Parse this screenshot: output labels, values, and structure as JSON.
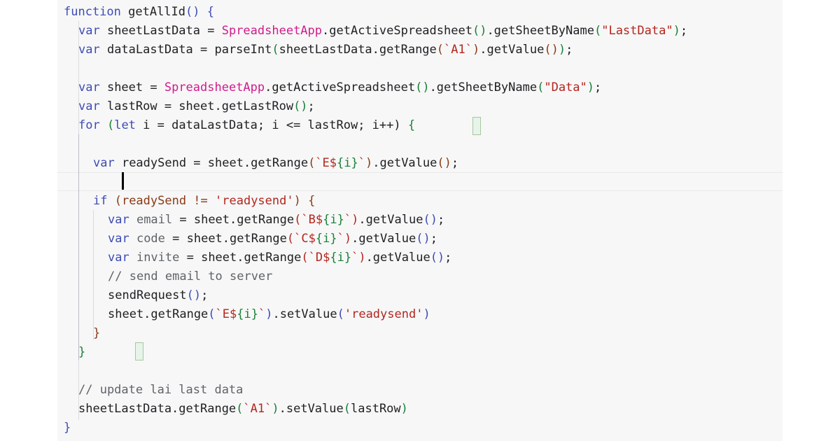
{
  "code": {
    "l1": {
      "a": "function",
      "b": " getAllId",
      "c": "()",
      "d": " {"
    },
    "l2": {
      "a": "var",
      "b": " sheetLastData = ",
      "c": "SpreadsheetApp",
      "d": ".getActiveSpreadsheet",
      "e": "()",
      "f": ".getSheetByName",
      "g": "(",
      "h": "\"LastData\"",
      "i": ")",
      "j": ";"
    },
    "l3": {
      "a": "var",
      "b": " dataLastData = parseInt",
      "c": "(",
      "d": "sheetLastData.getRange",
      "e": "(",
      "f": "`A1`",
      "g": ")",
      "h": ".getValue",
      "i": "()",
      "j": ")",
      "k": ";"
    },
    "l5": {
      "a": "var",
      "b": " sheet = ",
      "c": "SpreadsheetApp",
      "d": ".getActiveSpreadsheet",
      "e": "()",
      "f": ".getSheetByName",
      "g": "(",
      "h": "\"Data\"",
      "i": ")",
      "j": ";"
    },
    "l6": {
      "a": "var",
      "b": " lastRow = sheet.getLastRow",
      "c": "()",
      "d": ";"
    },
    "l7": {
      "a": "for",
      "b": " (",
      "c": "let",
      "d": " i = dataLastData; i <= lastRow; i++)",
      "e": " {"
    },
    "l9": {
      "a": "var",
      "b": " readySend = sheet.getRange",
      "c": "(",
      "d": "`E$",
      "e": "{i}",
      "f": "`",
      "g": ")",
      "h": ".getValue",
      "i": "()",
      "j": ";"
    },
    "l11": {
      "a": "if",
      "b": " (readySend != ",
      "c": "'readysend'",
      "d": ")",
      "e": " {"
    },
    "l12": {
      "a": "var",
      "b": " email",
      "c": " = sheet.getRange",
      "d": "(",
      "e": "`B$",
      "f": "{i}",
      "g": "`",
      "h": ")",
      "i": ".getValue",
      "j": "()",
      "k": ";"
    },
    "l13": {
      "a": "var",
      "b": " code",
      "c": " = sheet.getRange",
      "d": "(",
      "e": "`C$",
      "f": "{i}",
      "g": "`",
      "h": ")",
      "i": ".getValue",
      "j": "()",
      "k": ";"
    },
    "l14": {
      "a": "var",
      "b": " invite",
      "c": " = sheet.getRange",
      "d": "(",
      "e": "`D$",
      "f": "{i}",
      "g": "`",
      "h": ")",
      "i": ".getValue",
      "j": "()",
      "k": ";"
    },
    "l15": {
      "a": "// send email to server"
    },
    "l16": {
      "a": "sendRequest",
      "b": "()",
      "c": ";"
    },
    "l17": {
      "a": "sheet.getRange",
      "b": "(",
      "c": "`E$",
      "d": "{i}",
      "e": "`",
      "f": ")",
      "g": ".setValue",
      "h": "(",
      "i": "'readysend'",
      "j": ")"
    },
    "l18": {
      "a": "}"
    },
    "l19": {
      "a": "}"
    },
    "l21": {
      "a": "// update lai last data"
    },
    "l22": {
      "a": "sheetLastData.getRange",
      "b": "(",
      "c": "`A1`",
      "d": ")",
      "e": ".setValue",
      "f": "(",
      "g": "lastRow",
      "h": ")"
    },
    "l23": {
      "a": "}"
    }
  }
}
